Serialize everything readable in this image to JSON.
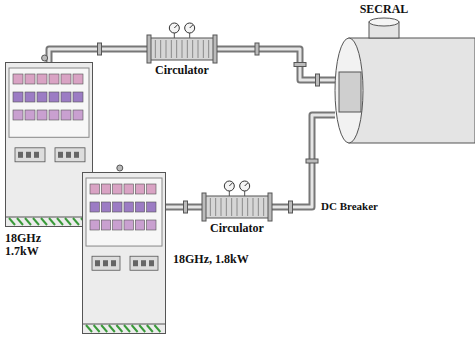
{
  "diagram": {
    "nodes": [
      {
        "text": [
          "18GHz 1.7kW"
        ]
      },
      {
        "text": [
          "Circulator"
        ]
      },
      {
        "text": [
          "SECRAL"
        ]
      },
      {
        "text": [
          "Circulator"
        ]
      },
      {
        "text": [
          "18GHz, 1.8kW"
        ]
      }
    ],
    "edges": [
      {
        "from": 0,
        "to": 1,
        "arrow": "none"
      },
      {
        "from": 1,
        "to": 2,
        "arrow": "none"
      },
      {
        "from": 4,
        "to": 3,
        "arrow": "none"
      },
      {
        "from": 3,
        "to": 2,
        "arrow": "none"
      }
    ],
    "labels": [
      "DC Breaker"
    ]
  }
}
